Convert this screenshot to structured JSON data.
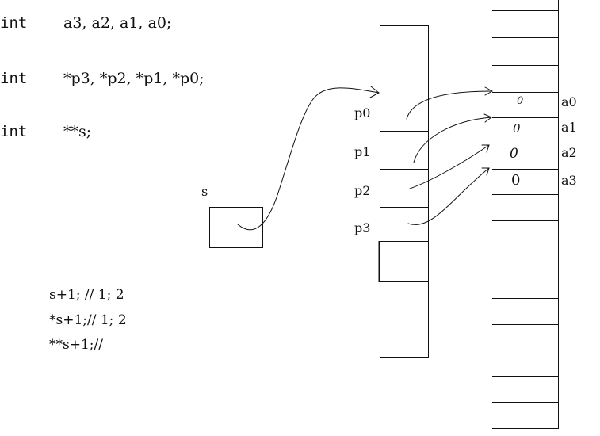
{
  "declarations": [
    {
      "keyword": "int",
      "names": "a3, a2, a1, a0;"
    },
    {
      "keyword": "int",
      "names": "*p3, *p2, *p1, *p0;"
    },
    {
      "keyword": "int",
      "names": "**s;"
    }
  ],
  "s_label": "s",
  "pointer_labels": [
    "p0",
    "p1",
    "p2",
    "p3"
  ],
  "value_labels": [
    "a0",
    "a1",
    "a2",
    "a3"
  ],
  "handwritten_values": [
    "0",
    "0",
    "0",
    "0"
  ],
  "notes": [
    "s+1; // 1; 2",
    "*s+1;// 1; 2",
    "**s+1;//"
  ],
  "colors": {
    "ink": "#111111",
    "background": "#ffffff"
  }
}
